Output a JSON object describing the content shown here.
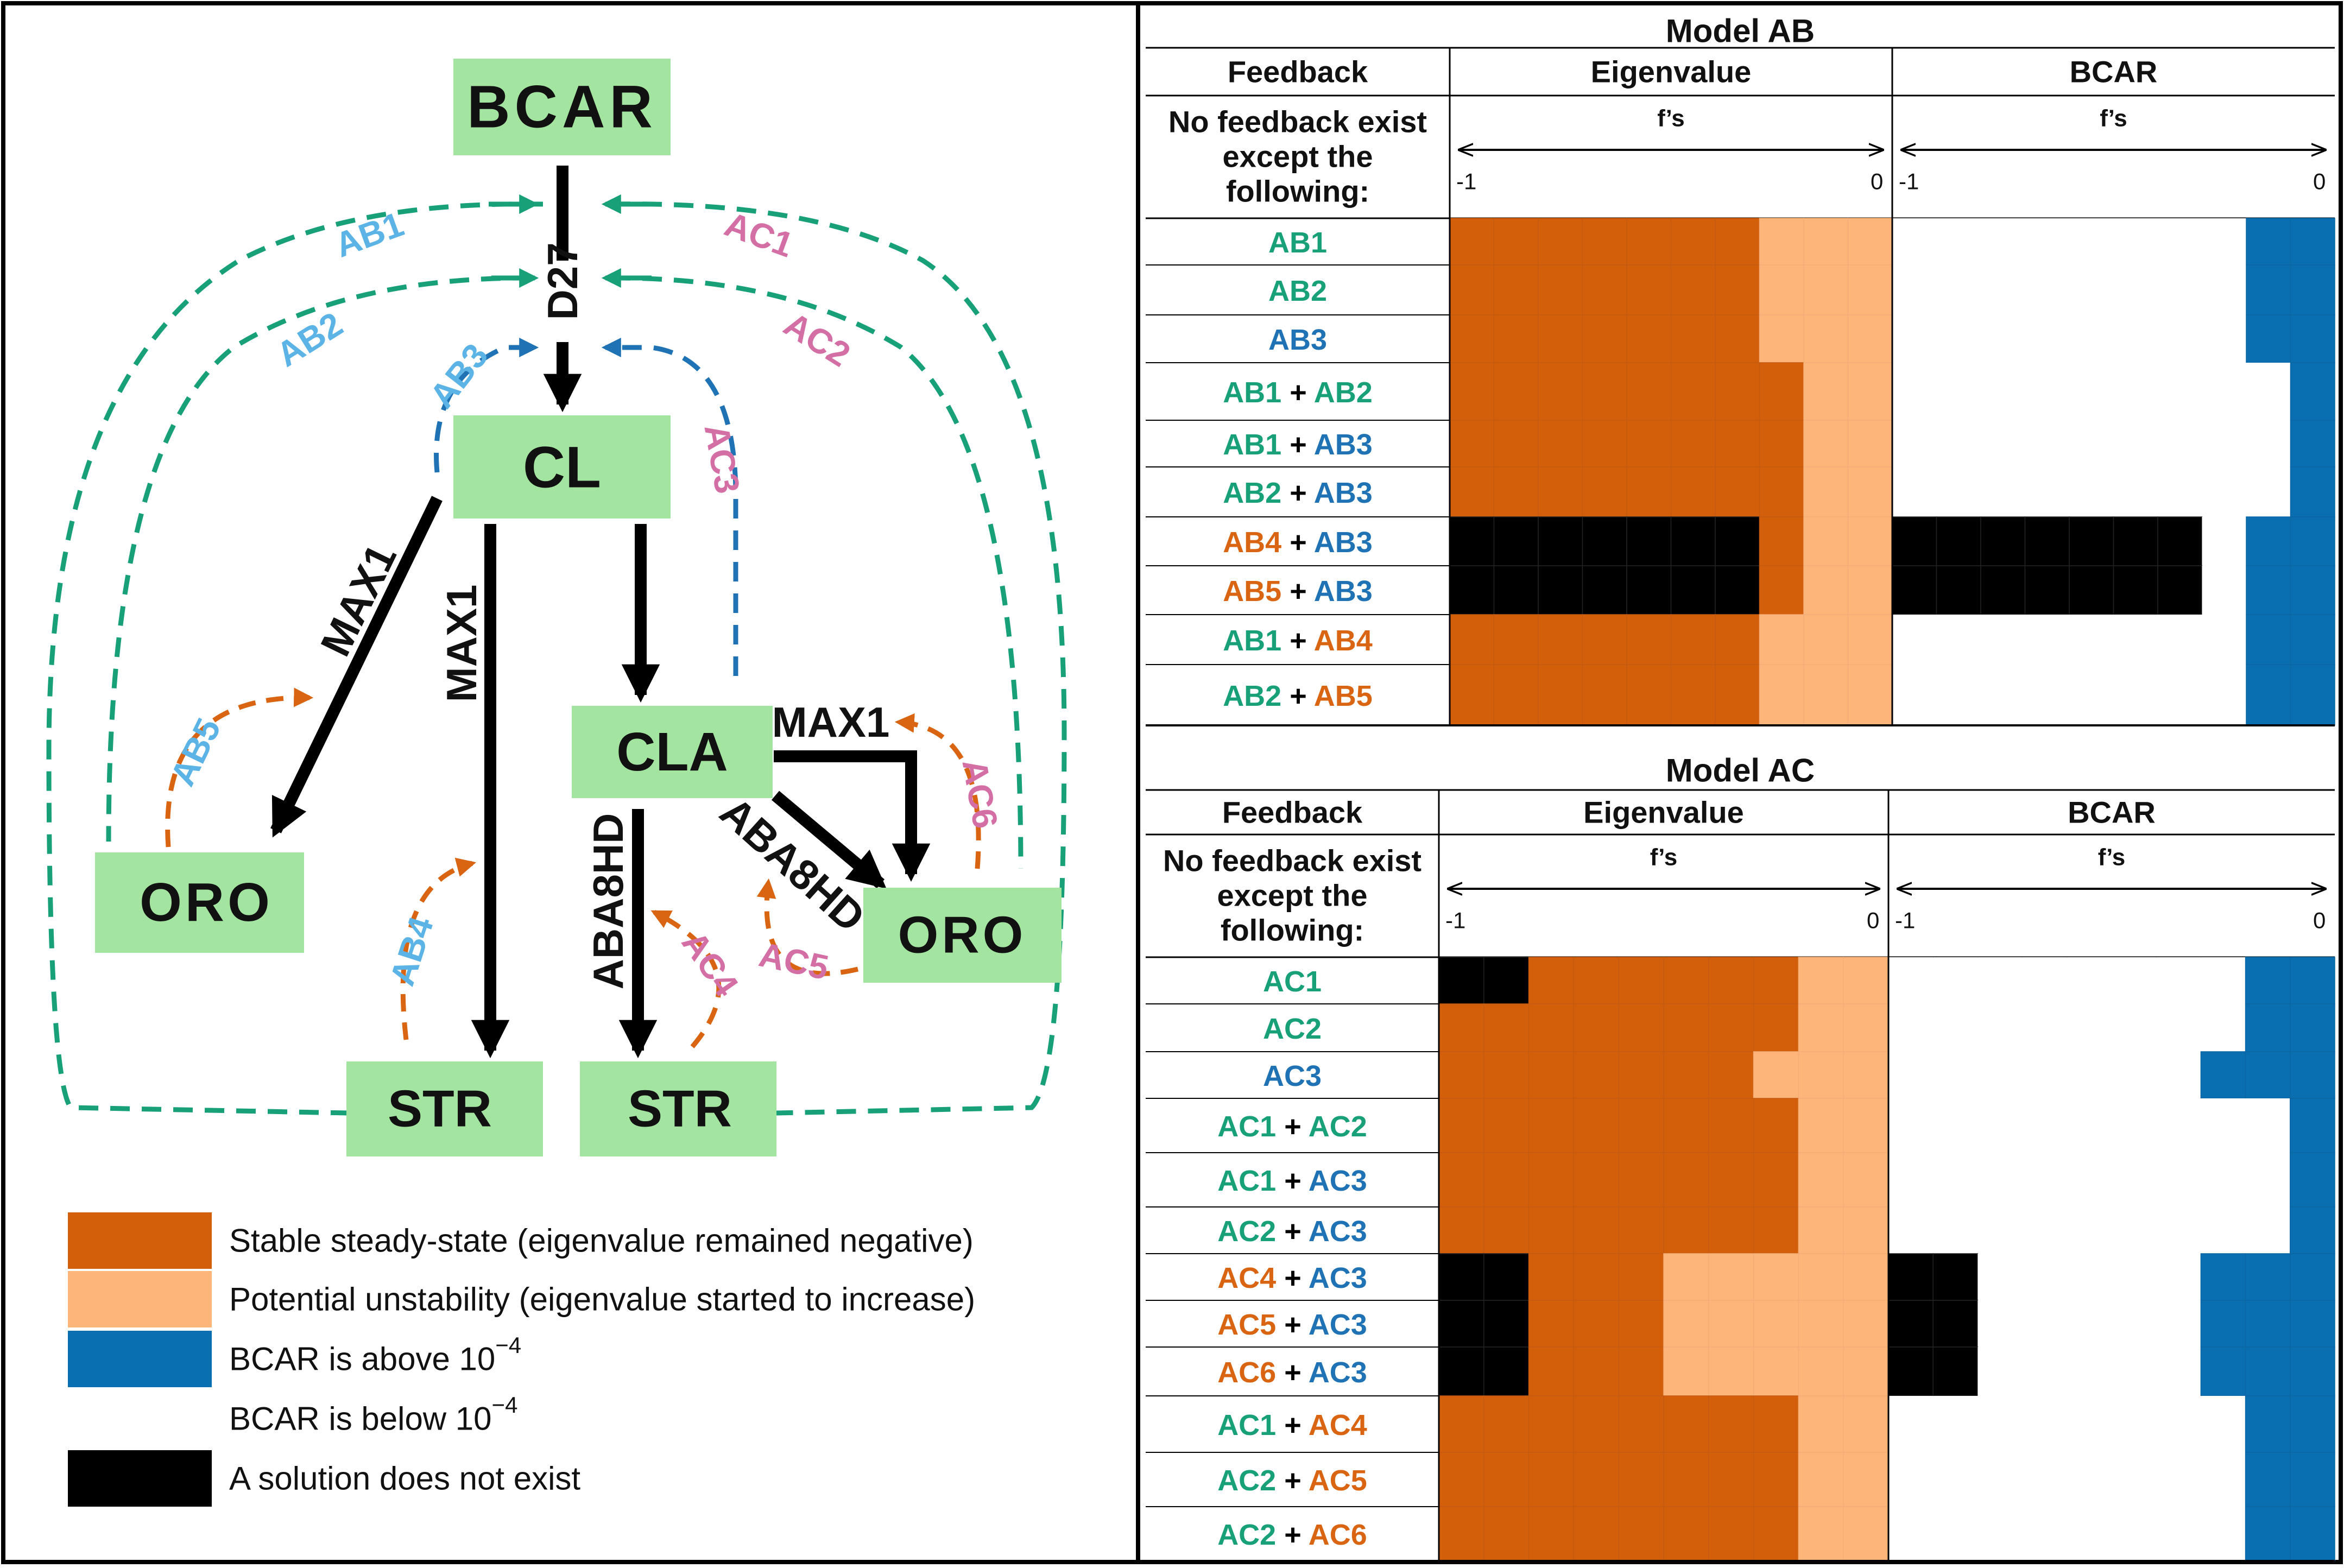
{
  "colors": {
    "green": "#18a078",
    "light_blue": "#5cb4e6",
    "blue": "#1f73b4",
    "orange_label": "#d96512",
    "pink": "#d46fa5",
    "stable": "#d45f0b",
    "potential": "#fdb57a",
    "bcar_above": "#0a6fb0",
    "no_solution": "#000000",
    "node": "#a3e4a1"
  },
  "diagram": {
    "nodes": {
      "bcar": "BCAR",
      "cl": "CL",
      "cla": "CLA",
      "oro_left": "ORO",
      "oro_right": "ORO",
      "str_left": "STR",
      "str_right": "STR"
    },
    "edges": {
      "d27": "D27",
      "max1_left": "MAX1",
      "max1_mid": "MAX1",
      "max1_cla": "MAX1",
      "aba8hd_down": "ABA8HD",
      "aba8hd_diag": "ABA8HD"
    },
    "feedbacks": {
      "ab1": "AB1",
      "ab2": "AB2",
      "ab3": "AB3",
      "ab4": "AB4",
      "ab5": "AB5",
      "ac1": "AC1",
      "ac2": "AC2",
      "ac3": "AC3",
      "ac4": "AC4",
      "ac5": "AC5",
      "ac6": "AC6"
    }
  },
  "legend": [
    {
      "color": "#d45f0b",
      "label": "Stable steady-state (eigenvalue remained negative)"
    },
    {
      "color": "#fdb57a",
      "label": "Potential unstability (eigenvalue started to increase)"
    },
    {
      "color": "#0a6fb0",
      "label": "BCAR is above 10",
      "sup": "−4"
    },
    {
      "color": "#ffffff",
      "label": "BCAR is below 10",
      "sup": "−4"
    },
    {
      "color": "#000000",
      "label": "A solution does not exist"
    }
  ],
  "tables": [
    {
      "title": "Model AB",
      "headers": {
        "feedback": "Feedback",
        "eigenvalue": "Eigenvalue",
        "bcar": "BCAR"
      },
      "subheader": {
        "line1": "No feedback exist",
        "line2": "except the",
        "line3": "following:",
        "fs": "f’s",
        "min": "-1",
        "max": "0"
      },
      "rows": [
        {
          "label": [
            {
              "t": "AB1",
              "c": "green"
            }
          ]
        },
        {
          "label": [
            {
              "t": "AB2",
              "c": "green"
            }
          ]
        },
        {
          "label": [
            {
              "t": "AB3",
              "c": "blue"
            }
          ]
        },
        {
          "label": [
            {
              "t": "AB1",
              "c": "green"
            },
            {
              "t": " + ",
              "c": "black"
            },
            {
              "t": "AB2",
              "c": "green"
            }
          ]
        },
        {
          "label": [
            {
              "t": "AB1",
              "c": "green"
            },
            {
              "t": " + ",
              "c": "black"
            },
            {
              "t": "AB3",
              "c": "blue"
            }
          ]
        },
        {
          "label": [
            {
              "t": "AB2",
              "c": "green"
            },
            {
              "t": " + ",
              "c": "black"
            },
            {
              "t": "AB3",
              "c": "blue"
            }
          ]
        },
        {
          "label": [
            {
              "t": "AB4",
              "c": "orange"
            },
            {
              "t": " + ",
              "c": "black"
            },
            {
              "t": "AB3",
              "c": "blue"
            }
          ]
        },
        {
          "label": [
            {
              "t": "AB5",
              "c": "orange"
            },
            {
              "t": " + ",
              "c": "black"
            },
            {
              "t": "AB3",
              "c": "blue"
            }
          ]
        },
        {
          "label": [
            {
              "t": "AB1",
              "c": "green"
            },
            {
              "t": " + ",
              "c": "black"
            },
            {
              "t": "AB4",
              "c": "orange"
            }
          ]
        },
        {
          "label": [
            {
              "t": "AB2",
              "c": "green"
            },
            {
              "t": " + ",
              "c": "black"
            },
            {
              "t": "AB5",
              "c": "orange"
            }
          ]
        }
      ]
    },
    {
      "title": "Model AC",
      "headers": {
        "feedback": "Feedback",
        "eigenvalue": "Eigenvalue",
        "bcar": "BCAR"
      },
      "subheader": {
        "line1": "No feedback exist",
        "line2": "except the",
        "line3": "following:",
        "fs": "f’s",
        "min": "-1",
        "max": "0"
      },
      "rows": [
        {
          "label": [
            {
              "t": "AC1",
              "c": "green"
            }
          ]
        },
        {
          "label": [
            {
              "t": "AC2",
              "c": "green"
            }
          ]
        },
        {
          "label": [
            {
              "t": "AC3",
              "c": "blue"
            }
          ]
        },
        {
          "label": [
            {
              "t": "AC1",
              "c": "green"
            },
            {
              "t": " + ",
              "c": "black"
            },
            {
              "t": "AC2",
              "c": "green"
            }
          ]
        },
        {
          "label": [
            {
              "t": "AC1",
              "c": "green"
            },
            {
              "t": " + ",
              "c": "black"
            },
            {
              "t": "AC3",
              "c": "blue"
            }
          ]
        },
        {
          "label": [
            {
              "t": "AC2",
              "c": "green"
            },
            {
              "t": " + ",
              "c": "black"
            },
            {
              "t": "AC3",
              "c": "blue"
            }
          ]
        },
        {
          "label": [
            {
              "t": "AC4",
              "c": "orange"
            },
            {
              "t": " + ",
              "c": "black"
            },
            {
              "t": "AC3",
              "c": "blue"
            }
          ]
        },
        {
          "label": [
            {
              "t": "AC5",
              "c": "orange"
            },
            {
              "t": " + ",
              "c": "black"
            },
            {
              "t": "AC3",
              "c": "blue"
            }
          ]
        },
        {
          "label": [
            {
              "t": "AC6",
              "c": "orange"
            },
            {
              "t": " + ",
              "c": "black"
            },
            {
              "t": "AC3",
              "c": "blue"
            }
          ]
        },
        {
          "label": [
            {
              "t": "AC1",
              "c": "green"
            },
            {
              "t": " + ",
              "c": "black"
            },
            {
              "t": "AC4",
              "c": "orange"
            }
          ]
        },
        {
          "label": [
            {
              "t": "AC2",
              "c": "green"
            },
            {
              "t": " + ",
              "c": "black"
            },
            {
              "t": "AC5",
              "c": "orange"
            }
          ]
        },
        {
          "label": [
            {
              "t": "AC2",
              "c": "green"
            },
            {
              "t": " + ",
              "c": "black"
            },
            {
              "t": "AC6",
              "c": "orange"
            }
          ]
        }
      ]
    }
  ]
}
